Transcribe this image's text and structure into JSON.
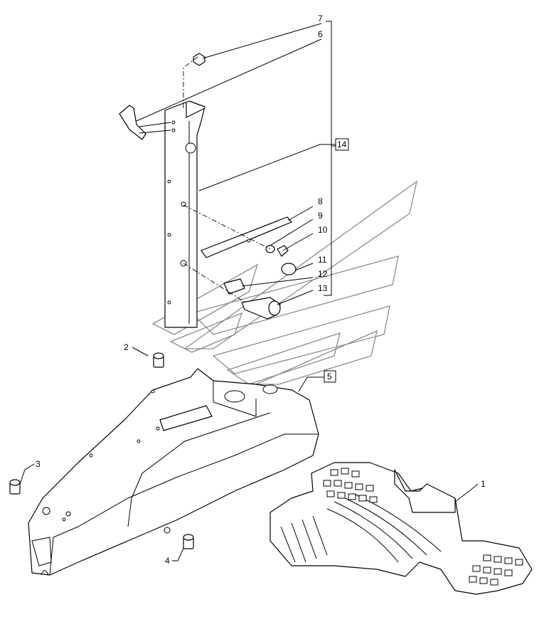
{
  "callouts": {
    "c1": "1",
    "c2": "2",
    "c3": "3",
    "c4": "4",
    "c5": "5",
    "c6": "6",
    "c7": "7",
    "c8": "8",
    "c9": "9",
    "c10": "10",
    "c11": "11",
    "c12": "12",
    "c13": "13",
    "c14": "14"
  },
  "boxed_callouts": [
    "5",
    "14"
  ],
  "watermark_color": "#8a8a8a",
  "line_color": "#000000"
}
